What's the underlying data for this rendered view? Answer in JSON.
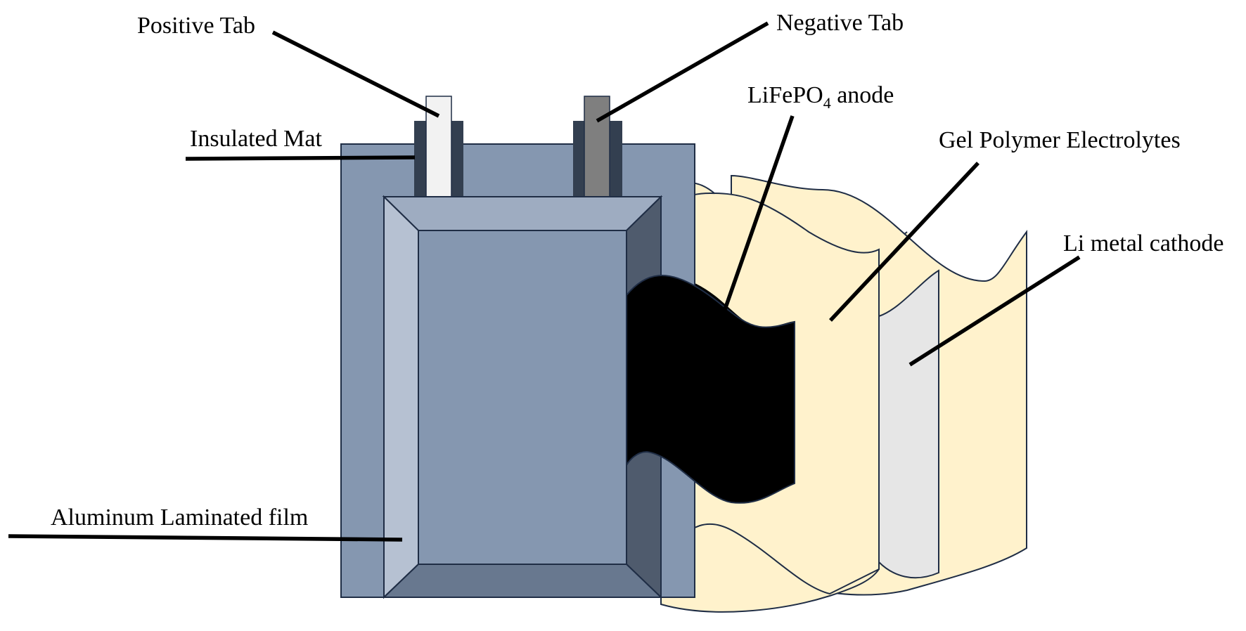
{
  "labels": {
    "positive_tab": "Positive Tab",
    "negative_tab": "Negative Tab",
    "insulated_mat": "Insulated Mat",
    "anode_prefix": "LiFePO",
    "anode_subscript": "4",
    "anode_suffix": " anode",
    "electrolyte": "Gel Polymer Electrolytes",
    "cathode": "Li metal cathode",
    "film": "Aluminum Laminated film"
  },
  "colors": {
    "pouch_outer": "#8597b0",
    "pouch_inner": "#8597b0",
    "bevel_top": "#9eacc1",
    "bevel_left": "#b6c1d2",
    "bevel_right": "#4f5b6d",
    "bevel_bottom": "#68788f",
    "insulated_mat": "#333f50",
    "positive_tab": "#f2f2f2",
    "negative_tab": "#7f7f7f",
    "separator": "#fff2cc",
    "cathode": "#e6e6e6",
    "anode": "#000000"
  }
}
